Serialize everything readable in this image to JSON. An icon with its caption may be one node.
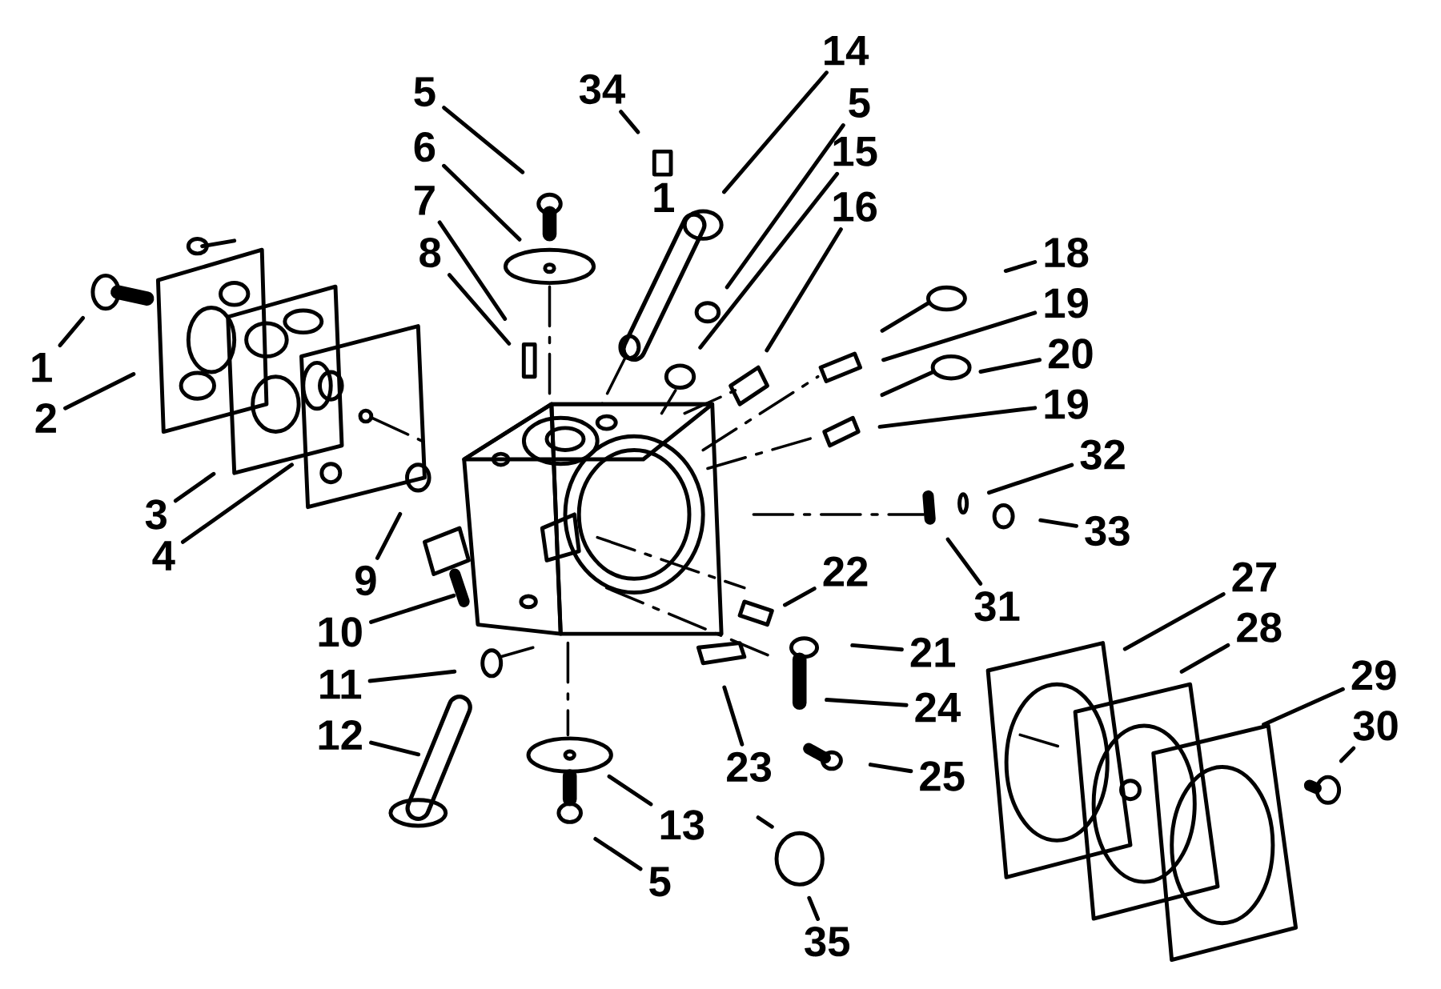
{
  "diagram": {
    "nodes": [
      {
        "text": [
          "1"
        ]
      },
      {
        "text": [
          "2"
        ]
      },
      {
        "text": [
          "3"
        ]
      },
      {
        "text": [
          "4"
        ]
      },
      {
        "text": [
          "5"
        ]
      },
      {
        "text": [
          "6"
        ]
      },
      {
        "text": [
          "7"
        ]
      },
      {
        "text": [
          "8"
        ]
      },
      {
        "text": [
          "34"
        ]
      },
      {
        "text": [
          "14"
        ]
      },
      {
        "text": [
          "5"
        ]
      },
      {
        "text": [
          "15"
        ]
      },
      {
        "text": [
          "16"
        ]
      },
      {
        "text": [
          "18"
        ]
      },
      {
        "text": [
          "19"
        ]
      },
      {
        "text": [
          "20"
        ]
      },
      {
        "text": [
          "19"
        ]
      },
      {
        "text": [
          "32"
        ]
      },
      {
        "text": [
          "33"
        ]
      },
      {
        "text": [
          "9"
        ]
      },
      {
        "text": [
          "31"
        ]
      },
      {
        "text": [
          "22"
        ]
      },
      {
        "text": [
          "10"
        ]
      },
      {
        "text": [
          "27"
        ]
      },
      {
        "text": [
          "28"
        ]
      },
      {
        "text": [
          "21"
        ]
      },
      {
        "text": [
          "11"
        ]
      },
      {
        "text": [
          "29"
        ]
      },
      {
        "text": [
          "24"
        ]
      },
      {
        "text": [
          "12"
        ]
      },
      {
        "text": [
          "30"
        ]
      },
      {
        "text": [
          "23"
        ]
      },
      {
        "text": [
          "25"
        ]
      },
      {
        "text": [
          "13"
        ]
      },
      {
        "text": [
          "5"
        ]
      },
      {
        "text": [
          "35"
        ]
      }
    ],
    "edges": [
      {
        "from": 0,
        "to": null,
        "arrow": "none"
      },
      {
        "from": 1,
        "to": null,
        "arrow": "none"
      },
      {
        "from": 2,
        "to": null,
        "arrow": "none"
      },
      {
        "from": 3,
        "to": null,
        "arrow": "none"
      },
      {
        "from": 4,
        "to": null,
        "arrow": "none"
      },
      {
        "from": 5,
        "to": null,
        "arrow": "none"
      },
      {
        "from": 6,
        "to": null,
        "arrow": "none"
      },
      {
        "from": 7,
        "to": null,
        "arrow": "none"
      },
      {
        "from": 8,
        "to": null,
        "arrow": "none"
      },
      {
        "from": 9,
        "to": null,
        "arrow": "none"
      },
      {
        "from": 10,
        "to": null,
        "arrow": "none"
      },
      {
        "from": 11,
        "to": null,
        "arrow": "none"
      },
      {
        "from": 12,
        "to": null,
        "arrow": "none"
      },
      {
        "from": 13,
        "to": null,
        "arrow": "none"
      },
      {
        "from": 14,
        "to": null,
        "arrow": "none"
      },
      {
        "from": 15,
        "to": null,
        "arrow": "none"
      },
      {
        "from": 16,
        "to": null,
        "arrow": "none"
      },
      {
        "from": 17,
        "to": null,
        "arrow": "none"
      },
      {
        "from": 18,
        "to": null,
        "arrow": "none"
      },
      {
        "from": 19,
        "to": null,
        "arrow": "none"
      },
      {
        "from": 20,
        "to": null,
        "arrow": "none"
      },
      {
        "from": 21,
        "to": null,
        "arrow": "none"
      },
      {
        "from": 22,
        "to": null,
        "arrow": "none"
      },
      {
        "from": 23,
        "to": null,
        "arrow": "none"
      },
      {
        "from": 24,
        "to": null,
        "arrow": "none"
      },
      {
        "from": 25,
        "to": null,
        "arrow": "none"
      },
      {
        "from": 26,
        "to": null,
        "arrow": "none"
      },
      {
        "from": 27,
        "to": null,
        "arrow": "none"
      },
      {
        "from": 28,
        "to": null,
        "arrow": "none"
      },
      {
        "from": 29,
        "to": null,
        "arrow": "none"
      },
      {
        "from": 30,
        "to": null,
        "arrow": "none"
      },
      {
        "from": 31,
        "to": null,
        "arrow": "none"
      },
      {
        "from": 32,
        "to": null,
        "arrow": "none"
      },
      {
        "from": 33,
        "to": null,
        "arrow": "none"
      },
      {
        "from": 34,
        "to": null,
        "arrow": "none"
      },
      {
        "from": 35,
        "to": null,
        "arrow": "none"
      }
    ],
    "labels": [
      "1"
    ]
  }
}
